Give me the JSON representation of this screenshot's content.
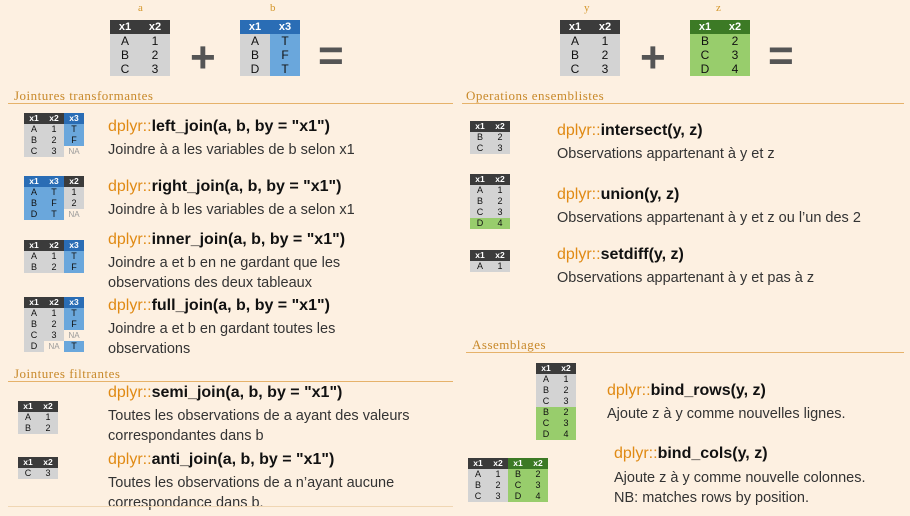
{
  "top": {
    "a_label": "a",
    "b_label": "b",
    "y_label": "y",
    "z_label": "z",
    "plus": "+",
    "equals": "="
  },
  "sections": {
    "mutating": "Jointures  transformantes",
    "sets": "Operations ensemblistes",
    "filtering": "Jointures filtrantes",
    "binding": "Assemblages"
  },
  "cols": {
    "x1": "x1",
    "x2": "x2",
    "x3": "x3"
  },
  "tables": {
    "a": [
      [
        "A",
        "1"
      ],
      [
        "B",
        "2"
      ],
      [
        "C",
        "3"
      ]
    ],
    "b": [
      [
        "A",
        "T"
      ],
      [
        "B",
        "F"
      ],
      [
        "D",
        "T"
      ]
    ],
    "y": [
      [
        "A",
        "1"
      ],
      [
        "B",
        "2"
      ],
      [
        "C",
        "3"
      ]
    ],
    "z": [
      [
        "B",
        "2"
      ],
      [
        "C",
        "3"
      ],
      [
        "D",
        "4"
      ]
    ],
    "left": [
      [
        "A",
        "1",
        "T"
      ],
      [
        "B",
        "2",
        "F"
      ],
      [
        "C",
        "3",
        "NA"
      ]
    ],
    "right": [
      [
        "A",
        "T",
        "1"
      ],
      [
        "B",
        "F",
        "2"
      ],
      [
        "D",
        "T",
        "NA"
      ]
    ],
    "inner": [
      [
        "A",
        "1",
        "T"
      ],
      [
        "B",
        "2",
        "F"
      ]
    ],
    "full": [
      [
        "A",
        "1",
        "T"
      ],
      [
        "B",
        "2",
        "F"
      ],
      [
        "C",
        "3",
        "NA"
      ],
      [
        "D",
        "NA",
        "T"
      ]
    ],
    "semi": [
      [
        "A",
        "1"
      ],
      [
        "B",
        "2"
      ]
    ],
    "anti": [
      [
        "C",
        "3"
      ]
    ],
    "intersect": [
      [
        "B",
        "2"
      ],
      [
        "C",
        "3"
      ]
    ],
    "union": [
      [
        "A",
        "1"
      ],
      [
        "B",
        "2"
      ],
      [
        "C",
        "3"
      ],
      [
        "D",
        "4"
      ]
    ],
    "setdiff": [
      [
        "A",
        "1"
      ]
    ],
    "bind_rows": [
      [
        "A",
        "1"
      ],
      [
        "B",
        "2"
      ],
      [
        "C",
        "3"
      ],
      [
        "B",
        "2"
      ],
      [
        "C",
        "3"
      ],
      [
        "D",
        "4"
      ]
    ],
    "bind_cols": [
      [
        "A",
        "1",
        "B",
        "2"
      ],
      [
        "B",
        "2",
        "C",
        "3"
      ],
      [
        "C",
        "3",
        "D",
        "4"
      ]
    ]
  },
  "functions": {
    "pkg": "dplyr::",
    "left_join": {
      "name": "left_join(a, b, by = \"x1\")",
      "desc": "Joindre à a les  variables de b selon x1"
    },
    "right_join": {
      "name": "right_join(a, b, by = \"x1\")",
      "desc": "Joindre à b les  variables de a selon x1"
    },
    "inner_join": {
      "name": "inner_join(a, b, by = \"x1\")",
      "desc": "Joindre  a et b en ne gardant que les observations des deux tableaux"
    },
    "full_join": {
      "name": "full_join(a, b, by = \"x1\")",
      "desc": "Joindre a et b en gardant toutes les observations"
    },
    "semi_join": {
      "name": "semi_join(a, b, by = \"x1\")",
      "desc": "Toutes les observations de a ayant des valeurs correspondantes dans b"
    },
    "anti_join": {
      "name": "anti_join(a, b, by = \"x1\")",
      "desc": "Toutes les observations de a n’ayant aucune correspondance dans b."
    },
    "intersect": {
      "name": "intersect(y, z)",
      "desc": "Observations appartenant à y et z"
    },
    "union": {
      "name": "union(y, z)",
      "desc": "Observations  appartenant à y et z ou l’un des 2"
    },
    "setdiff": {
      "name": "setdiff(y, z)",
      "desc": "Observations appartenant à y et pas à z"
    },
    "bind_rows": {
      "name": "bind_rows(y, z)",
      "desc": "Ajoute z à y comme nouvelles lignes."
    },
    "bind_cols": {
      "name": "bind_cols(y, z)",
      "desc": "Ajoute z à y comme nouvelle colonnes.",
      "desc2": "NB: matches rows by position."
    }
  },
  "colors": {
    "header_gray": "#3b3b3b",
    "header_blue": "#2a6db5",
    "header_green": "#3c7a25",
    "cell_gray": "#d3d3d3",
    "cell_blue": "#6aa7dc",
    "cell_green": "#98cd6c",
    "accent": "#e08a14"
  }
}
